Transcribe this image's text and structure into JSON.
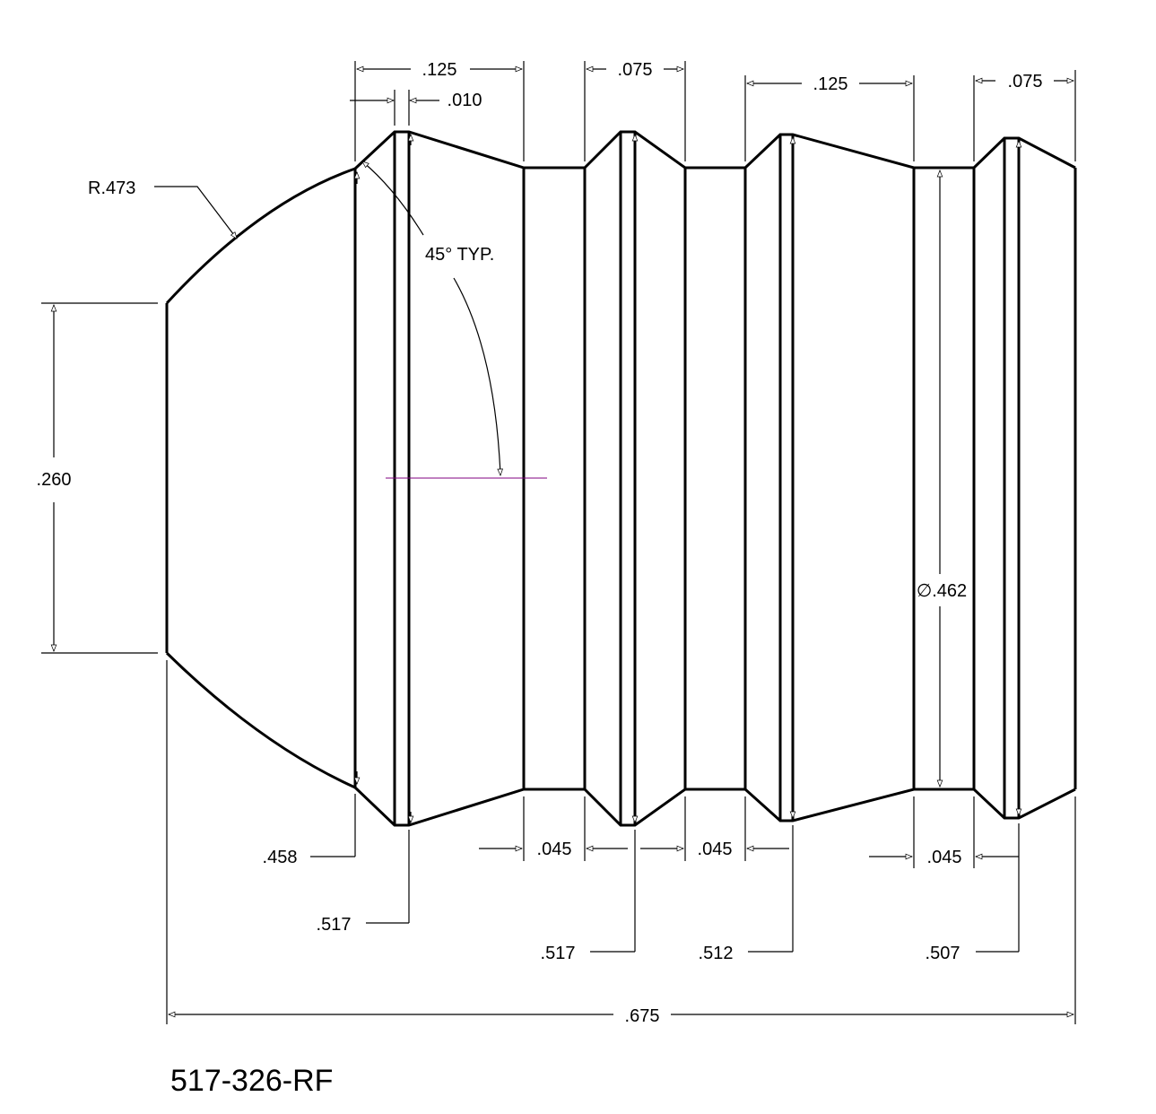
{
  "part_number": "517-326-RF",
  "labels": {
    "nose_radius": "R.473",
    "angle_note": "45° TYP.",
    "meplat_dia": ".260",
    "groove_dia": "∅.462",
    "overall_length": ".675",
    "top_dim_1": ".125",
    "top_dim_2": ".010",
    "top_dim_3": ".075",
    "top_dim_4": ".125",
    "top_dim_5": ".075",
    "groove_width_1": ".045",
    "groove_width_2": ".045",
    "groove_width_3": ".045",
    "dia_458": ".458",
    "dia_517_a": ".517",
    "dia_517_b": ".517",
    "dia_512": ".512",
    "dia_507": ".507"
  }
}
